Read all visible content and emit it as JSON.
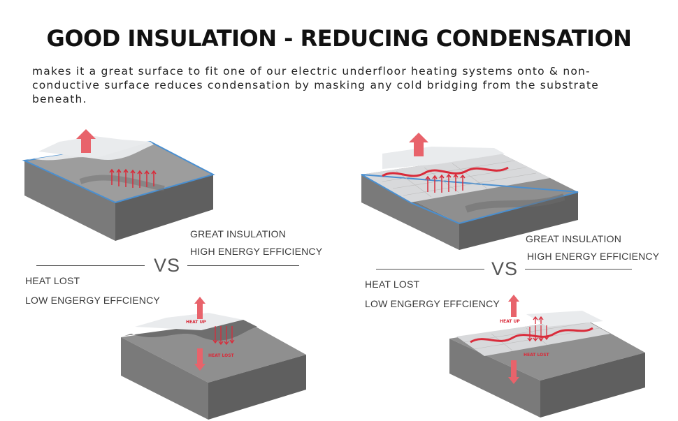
{
  "header": {
    "title": "GOOD INSULATION - REDUCING CONDENSATION",
    "intro": "makes it a great surface to fit one of our electric underfloor heating systems onto & non-conductive surface reduces condensation by masking any cold bridging from the substrate beneath."
  },
  "comparisons": [
    {
      "good_label_1": "GREAT INSULATION",
      "good_label_2": "HIGH ENERGY EFFICIENCY",
      "vs": "VS",
      "bad_label_1": "HEAT LOST",
      "bad_label_2": "LOW ENGERGY EFFCIENCY",
      "heat_up": "HEAT UP",
      "heat_lost": "HEAT LOST"
    },
    {
      "good_label_1": "GREAT INSULATION",
      "good_label_2": "HIGH ENERGY EFFICIENCY",
      "vs": "VS",
      "bad_label_1": "HEAT LOST",
      "bad_label_2": "LOW ENGERGY EFFCIENCY",
      "heat_up": "HEAT UP",
      "heat_lost": "HEAT LOST"
    }
  ],
  "colors": {
    "arrow_red": "#e8636b",
    "heat_red": "#d92b3a",
    "insulation_blue": "#4a8fd0",
    "concrete_gray": "#8a8a8a",
    "tile_white": "#e9ebed"
  },
  "icons": [
    "heat-rising-arrow-icon",
    "heat-falling-arrow-icon"
  ]
}
